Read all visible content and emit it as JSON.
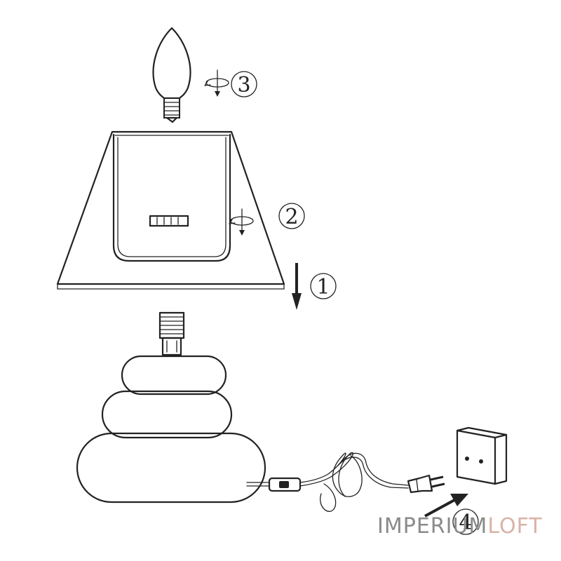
{
  "steps": [
    {
      "number": "1",
      "action": "lower-shade"
    },
    {
      "number": "2",
      "action": "screw-shade-ring"
    },
    {
      "number": "3",
      "action": "screw-in-bulb"
    },
    {
      "number": "4",
      "action": "plug-into-socket"
    }
  ],
  "watermark": {
    "part1": "IMPERIUM",
    "part2": "LOFT",
    "color1": "#8a8a8a",
    "color2": "#d9b2a8"
  },
  "colors": {
    "ink": "#222222",
    "background": "#ffffff"
  },
  "icons": [
    "bulb-icon",
    "rotate-icon",
    "arrow-down-icon",
    "arrow-icon",
    "plug-icon",
    "wall-socket-icon",
    "switch-icon"
  ]
}
